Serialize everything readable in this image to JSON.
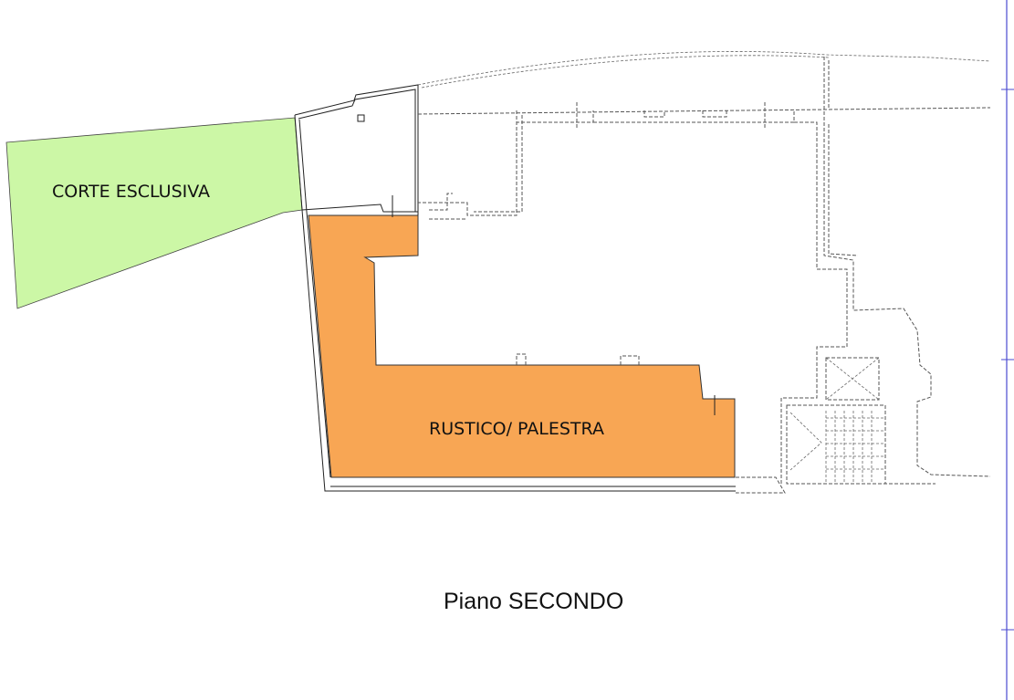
{
  "floor_plan": {
    "floor_label": "Piano SECONDO",
    "areas": [
      {
        "id": "corte",
        "label": "CORTE ESCLUSIVA",
        "fill": "#ccf7a6"
      },
      {
        "id": "rustico",
        "label": "RUSTICO/ PALESTRA",
        "fill": "#f8a654"
      }
    ],
    "colors": {
      "line": "#222222",
      "dashed_line": "#555555",
      "frame_line": "#4a4ad0"
    }
  }
}
